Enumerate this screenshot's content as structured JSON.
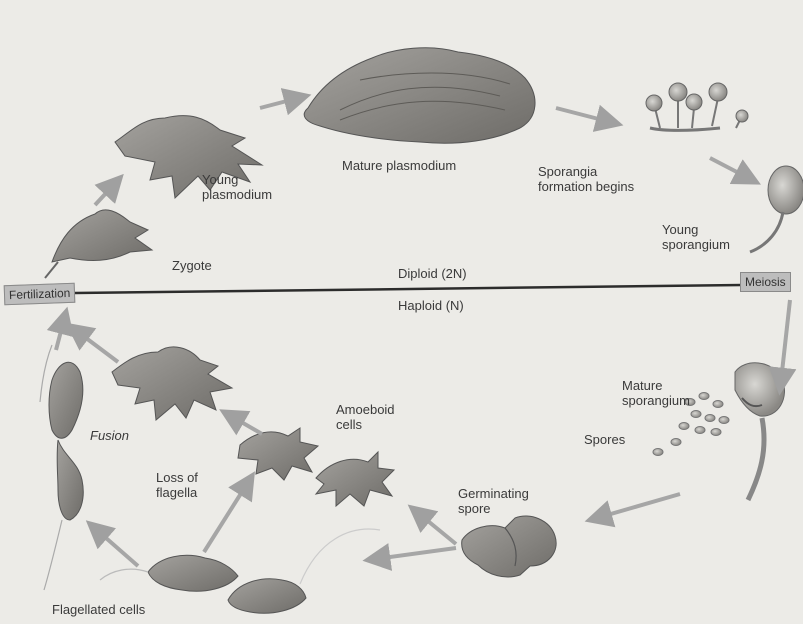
{
  "labels": {
    "young_plasmodium": [
      "Young",
      "plasmodium"
    ],
    "mature_plasmodium": "Mature plasmodium",
    "sporangia_formation": [
      "Sporangia",
      "formation begins"
    ],
    "young_sporangium": [
      "Young",
      "sporangium"
    ],
    "zygote": "Zygote",
    "fertilization": "Fertilization",
    "meiosis": "Meiosis",
    "diploid": "Diploid (2N)",
    "haploid": "Haploid (N)",
    "mature_sporangium": [
      "Mature",
      "sporangium"
    ],
    "spores": "Spores",
    "germinating_spore": [
      "Germinating",
      "spore"
    ],
    "amoeboid_cells": [
      "Amoeboid",
      "cells"
    ],
    "fusion": "Fusion",
    "loss_of_flagella": [
      "Loss of",
      "flagella"
    ],
    "flagellated_cells": "Flagellated cells"
  },
  "colors": {
    "background": "#ecebe7",
    "cell_fill": "#8c8a86",
    "cell_dark": "#5f5d59",
    "arrow": "#a6a6a6",
    "divider": "#2c2c2c"
  }
}
